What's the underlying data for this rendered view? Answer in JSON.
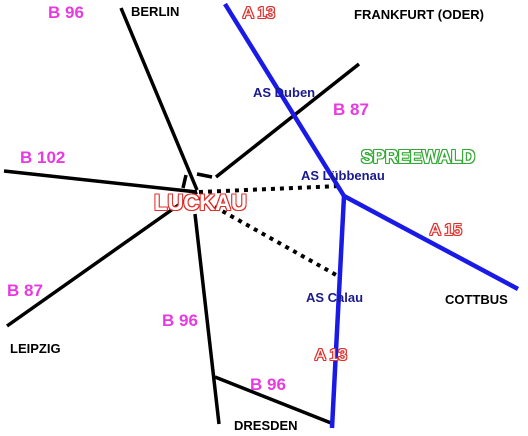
{
  "colors": {
    "road": "#000000",
    "autobahn": "#1a1ae6",
    "bundesstrasse_label": "#e83ae0",
    "autobahn_label": "#e0302c",
    "junction_label": "#1a1a8c",
    "region_label": "#33a833"
  },
  "cities": {
    "berlin": "BERLIN",
    "frankfurt": "FRANKFURT (ODER)",
    "cottbus": "COTTBUS",
    "leipzig": "LEIPZIG",
    "dresden": "DRESDEN"
  },
  "town": "LUCKAU",
  "region": "SPREEWALD",
  "roads": {
    "b96_north": "B 96",
    "b102": "B 102",
    "b87_west": "B 87",
    "b87_east": "B 87",
    "b96_south": "B 96",
    "b96_southeast": "B 96"
  },
  "autobahn": {
    "a13_north": "A 13",
    "a15": "A 15",
    "a13_south": "A 13"
  },
  "junctions": {
    "duben": "AS Duben",
    "luebbenau": "AS Lübbenau",
    "calau": "AS Calau"
  }
}
